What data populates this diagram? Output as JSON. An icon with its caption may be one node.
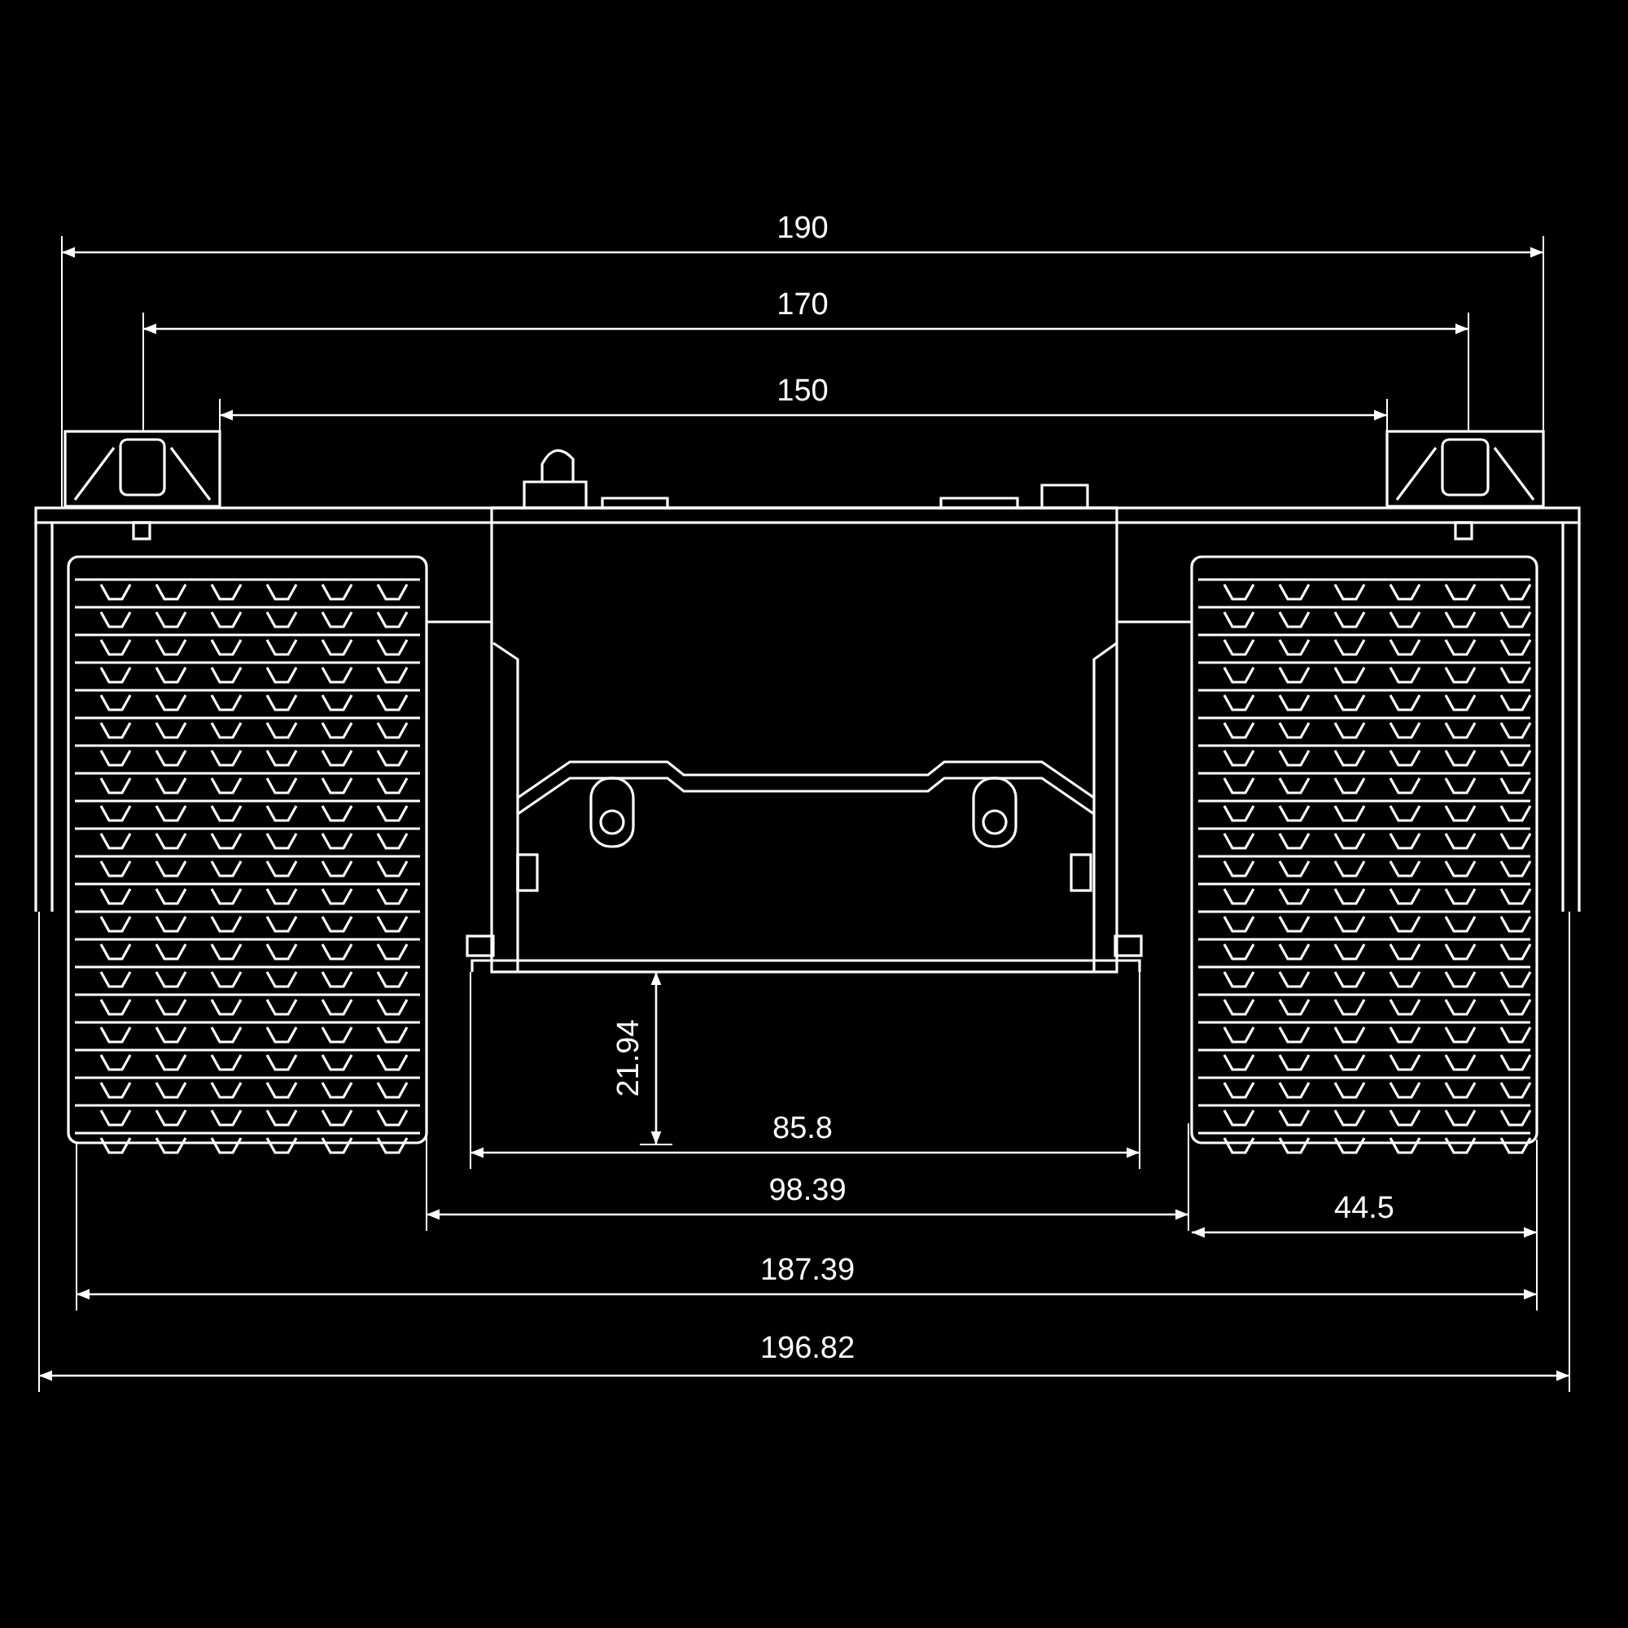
{
  "diagram": {
    "labels": [
      "190",
      "170",
      "150",
      "21.94",
      "85.8",
      "98.39",
      "44.5",
      "187.39",
      "196.82"
    ]
  }
}
